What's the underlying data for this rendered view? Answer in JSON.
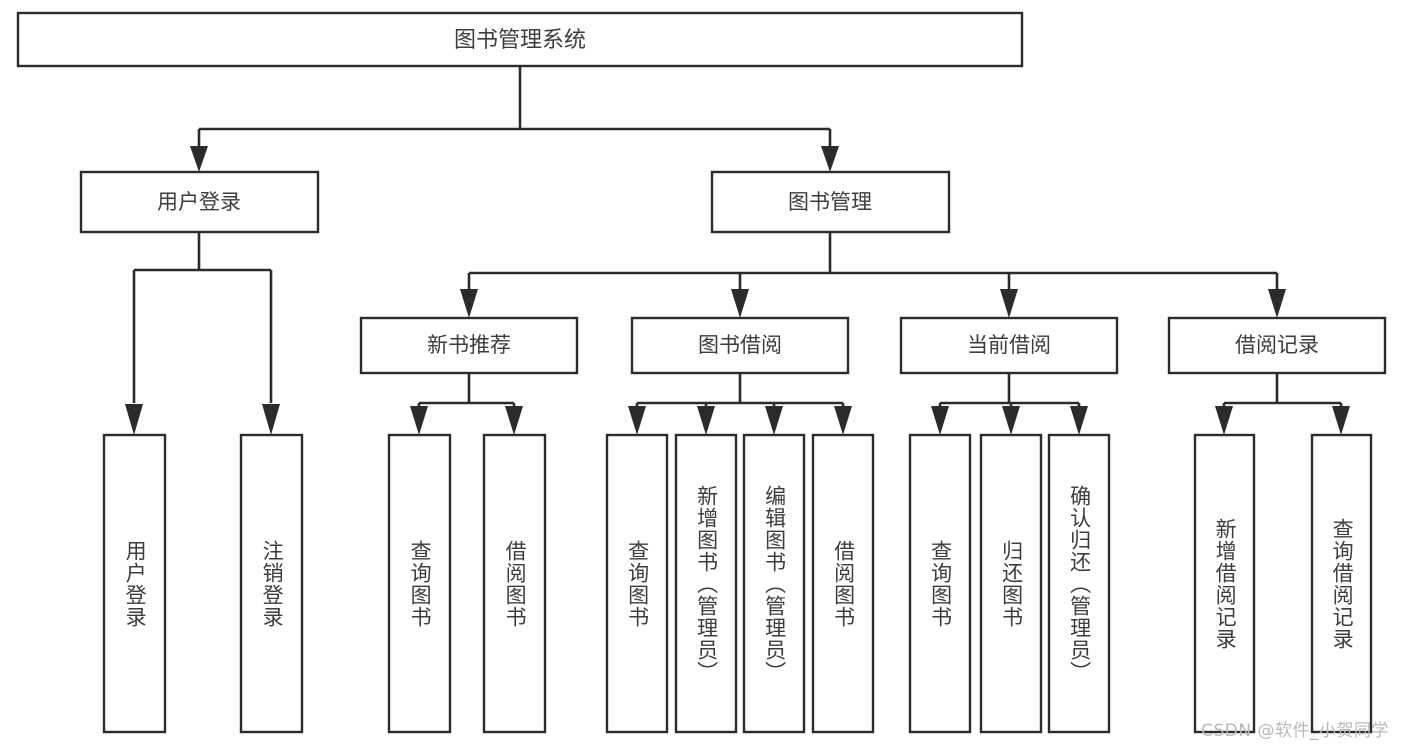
{
  "diagram": {
    "title": "图书管理系统",
    "type": "tree-hierarchy",
    "root": {
      "label": "图书管理系统"
    },
    "level2": [
      {
        "label": "用户登录"
      },
      {
        "label": "图书管理"
      }
    ],
    "level3": [
      {
        "label": "新书推荐"
      },
      {
        "label": "图书借阅"
      },
      {
        "label": "当前借阅"
      },
      {
        "label": "借阅记录"
      }
    ],
    "leaves": {
      "user_login": [
        {
          "label": "用户登录"
        },
        {
          "label": "注销登录"
        }
      ],
      "new_book_recommend": [
        {
          "label": "查询图书"
        },
        {
          "label": "借阅图书"
        }
      ],
      "book_borrow": [
        {
          "label": "查询图书"
        },
        {
          "label": "新增图书（管理员）"
        },
        {
          "label": "编辑图书（管理员）"
        },
        {
          "label": "借阅图书"
        }
      ],
      "current_borrow": [
        {
          "label": "查询图书"
        },
        {
          "label": "归还图书"
        },
        {
          "label": "确认归还（管理员）"
        }
      ],
      "borrow_record": [
        {
          "label": "新增借阅记录"
        },
        {
          "label": "查询借阅记录"
        }
      ]
    }
  },
  "watermark": {
    "text": "CSDN @软件_小贺同学"
  },
  "colors": {
    "box_stroke": "#2b2b2b",
    "box_fill": "#ffffff",
    "text": "#3d3d3d",
    "connector": "#2b2b2b",
    "watermark": "#b9b9b9",
    "background": "#ffffff"
  }
}
